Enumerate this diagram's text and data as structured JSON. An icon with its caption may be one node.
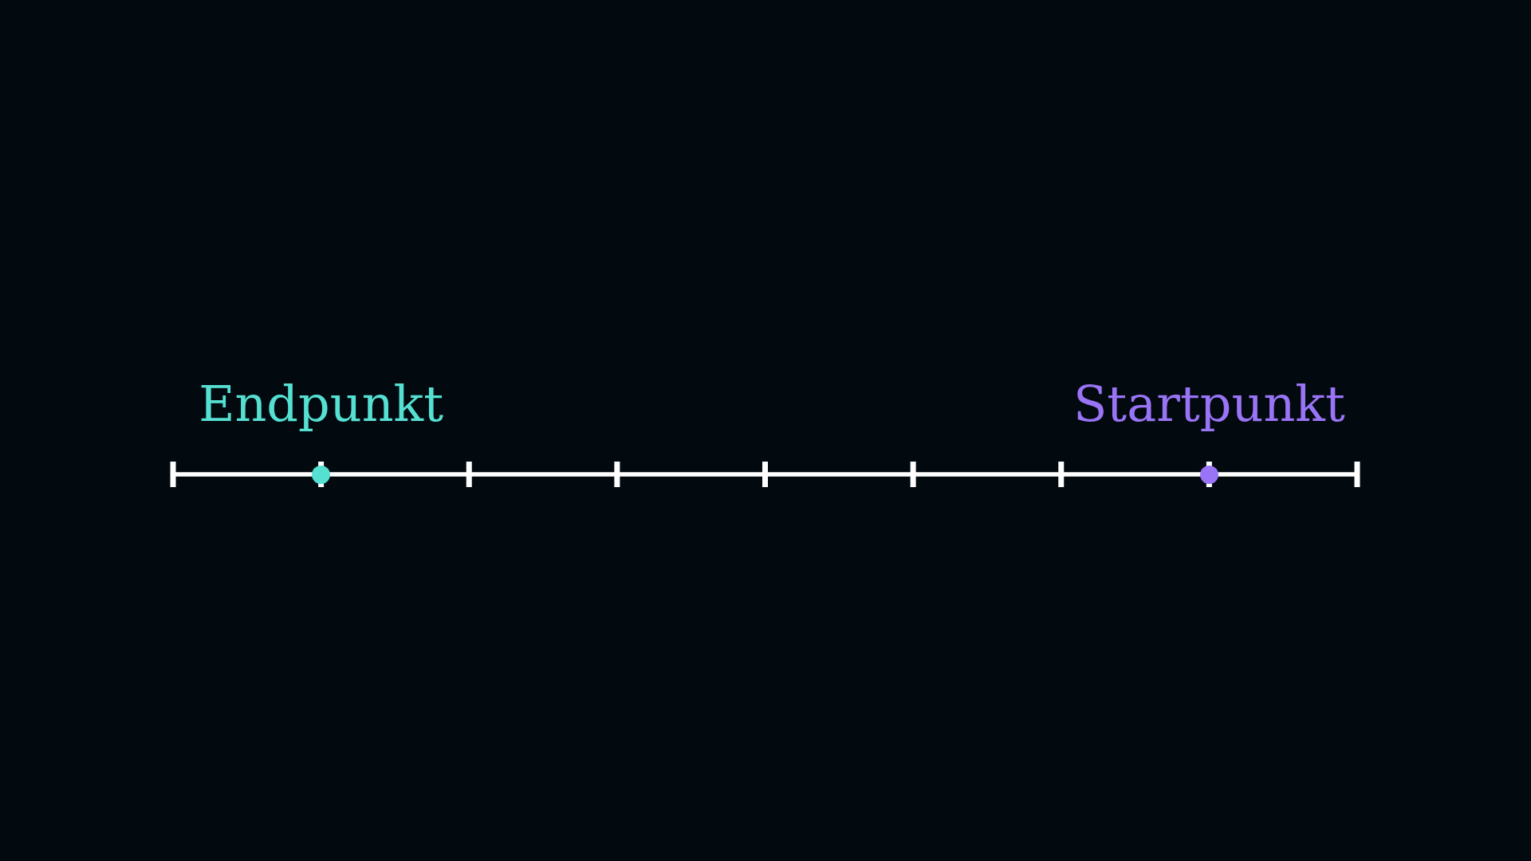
{
  "diagram": {
    "nodes": [
      {
        "text": [],
        "shape": "circle",
        "beside": [
          "Endpunkt"
        ]
      },
      {
        "text": [],
        "shape": "circle",
        "beside": [
          "Startpunkt"
        ]
      }
    ]
  }
}
